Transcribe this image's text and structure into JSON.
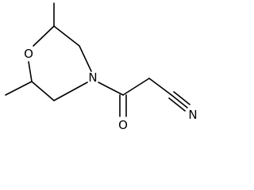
{
  "molecule": {
    "atoms": {
      "oxygen_ring": "O",
      "nitrogen_ring": "N",
      "oxygen_carbonyl": "O",
      "nitrogen_nitrile": "N"
    }
  }
}
